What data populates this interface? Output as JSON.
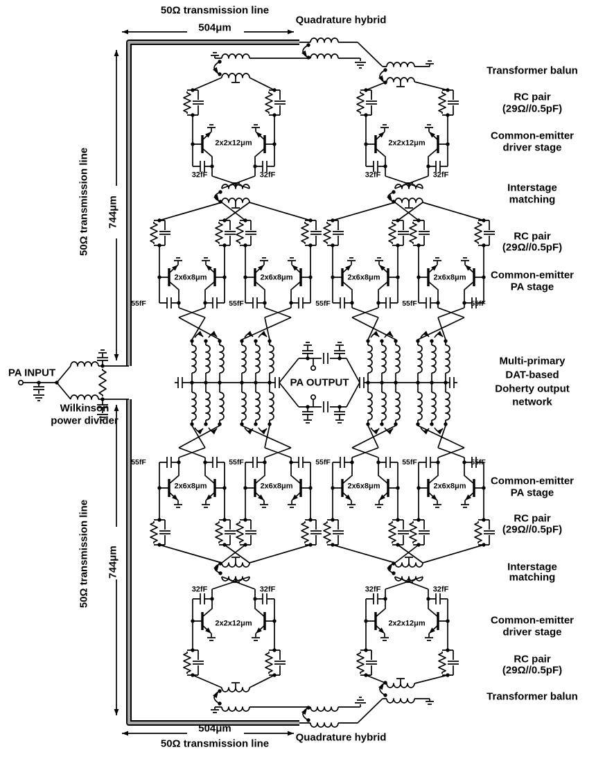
{
  "diagram": {
    "kind": "circuit-schematic",
    "subject": "Doherty power amplifier with multi-primary DAT output network"
  },
  "colors": {
    "wire": "#000000",
    "transmission_line_core": "#a8a8a8",
    "background": "#ffffff"
  },
  "labels": {
    "tl_50ohm": "50Ω transmission line",
    "tl_504": "504μm",
    "tl_744": "744μm",
    "quad_hybrid": "Quadrature hybrid",
    "balun": "Transformer balun",
    "rc_pair": "RC pair",
    "rc_val": "(29Ω//0.5pF)",
    "common_emitter": "Common-emitter",
    "driver_stage": "driver stage",
    "pa_stage": "PA stage",
    "interstage": "Interstage",
    "matching": "matching",
    "dat1": "Multi-primary",
    "dat2": "DAT-based",
    "dat3": "Doherty output",
    "dat4": "network",
    "pa_input": "PA INPUT",
    "wilkinson1": "Wilkinson",
    "wilkinson2": "power divider",
    "pa_output": "PA OUTPUT",
    "driver_size": "2x2x12μm",
    "pa_size": "2x6x8μm",
    "cap32": "32fF",
    "cap55": "55fF"
  }
}
